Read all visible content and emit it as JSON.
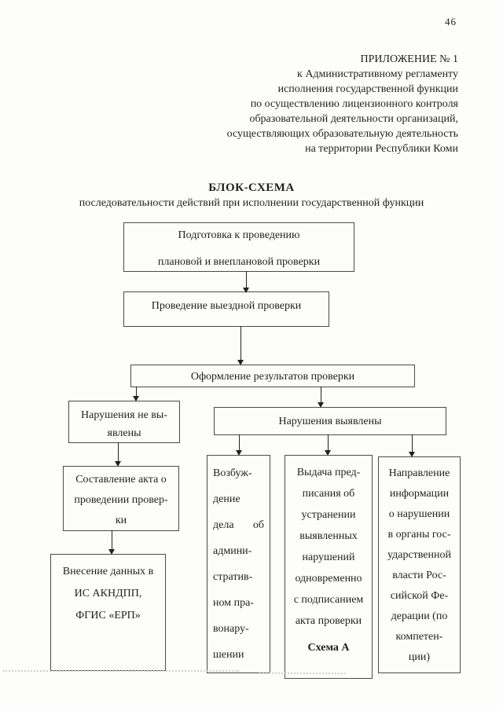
{
  "colors": {
    "ink": "#1f1f1f",
    "box_border": "#4a4a4a",
    "paper": "#fdfdfc"
  },
  "page": {
    "number": "46"
  },
  "header": {
    "lines": [
      "ПРИЛОЖЕНИЕ № 1",
      "к Административному регламенту",
      "исполнения государственной функции",
      "по осуществлению лицензионного контроля",
      "образовательной деятельности организаций,",
      "осуществляющих образовательную деятельность",
      "на территории Республики Коми"
    ]
  },
  "title": {
    "heading": "БЛОК-СХЕМА",
    "subheading": "последовательности действий при исполнении государственной функции"
  },
  "flowchart": {
    "preparation": {
      "lines": [
        "Подготовка к проведению",
        "плановой и внеплановой проверки"
      ]
    },
    "field_inspection": {
      "label": "Проведение выездной проверки"
    },
    "results": {
      "label": "Оформление результатов проверки"
    },
    "no_violations": {
      "lines": [
        "Нарушения не вы-",
        "явлены"
      ]
    },
    "violations_found": {
      "label": "Нарушения выявлены"
    },
    "act_drafting": {
      "lines": [
        "Составление акта о",
        "проведении провер-",
        "ки"
      ]
    },
    "data_entry": {
      "lines": [
        "Внесение данных в",
        "ИС АКНДПП,",
        "ФГИС «ЕРП»"
      ]
    },
    "admin_case": {
      "lines": [
        "Возбуж-",
        "дение",
        "дела об",
        "админи-",
        "стратив-",
        "ном пра-",
        "вонару-",
        "шении"
      ]
    },
    "prescription": {
      "lines": [
        "Выдача пред-",
        "писания об",
        "устранении",
        "выявленных",
        "нарушений",
        "одновременно",
        "с подписанием",
        "акта проверки"
      ],
      "note": "Схема А"
    },
    "info_referral": {
      "lines": [
        "Направление",
        "информации",
        "о нарушении",
        "в органы гос-",
        "ударственной",
        "власти Рос-",
        "сийской Фе-",
        "дерации (по",
        "компетен-",
        "ции)"
      ]
    }
  }
}
